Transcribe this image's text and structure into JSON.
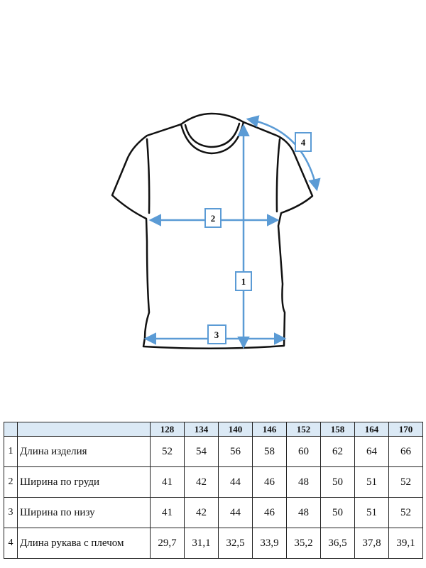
{
  "diagram": {
    "accent_color": "#5b9bd5",
    "markers": [
      "1",
      "2",
      "3",
      "4"
    ]
  },
  "table": {
    "header_fill": "#dbe9f5",
    "sizes": [
      "128",
      "134",
      "140",
      "146",
      "152",
      "158",
      "164",
      "170"
    ],
    "rows": [
      {
        "num": "1",
        "name": "Длина изделия",
        "values": [
          "52",
          "54",
          "56",
          "58",
          "60",
          "62",
          "64",
          "66"
        ]
      },
      {
        "num": "2",
        "name": "Ширина по груди",
        "values": [
          "41",
          "42",
          "44",
          "46",
          "48",
          "50",
          "51",
          "52"
        ]
      },
      {
        "num": "3",
        "name": "Ширина по низу",
        "values": [
          "41",
          "42",
          "44",
          "46",
          "48",
          "50",
          "51",
          "52"
        ]
      },
      {
        "num": "4",
        "name": "Длина рукава с плечом",
        "values": [
          "29,7",
          "31,1",
          "32,5",
          "33,9",
          "35,2",
          "36,5",
          "37,8",
          "39,1"
        ]
      }
    ]
  }
}
